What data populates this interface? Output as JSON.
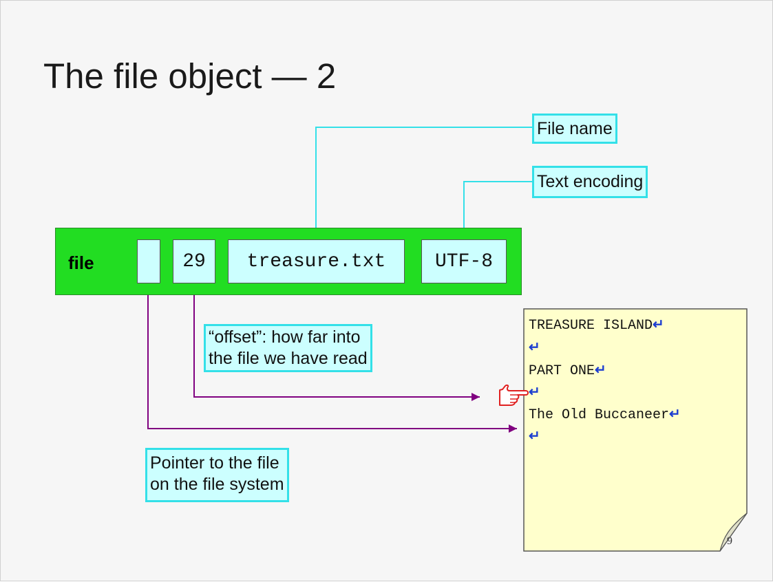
{
  "title": "The file object — 2",
  "file_label": "file",
  "slots": {
    "offset_value": "29",
    "filename": "treasure.txt",
    "encoding": "UTF-8"
  },
  "callouts": {
    "file_name": "File name",
    "text_encoding": "Text encoding",
    "offset": [
      "“offset”: how far into",
      "the file we have read"
    ],
    "pointer": [
      "Pointer to the file",
      "on the file system"
    ]
  },
  "document": {
    "lines": [
      "TREASURE ISLAND",
      "",
      "PART ONE",
      "",
      "The Old Buccaneer",
      ""
    ],
    "return_symbol": "↵"
  },
  "page_number": "9",
  "colors": {
    "bar": "#22dd22",
    "slot": "#ccffff",
    "callout_border": "#33e0e8",
    "cyan_line": "#33e0e8",
    "purple_line": "#800080",
    "document": "#ffffcc",
    "pointer_hand": "#e02020"
  }
}
